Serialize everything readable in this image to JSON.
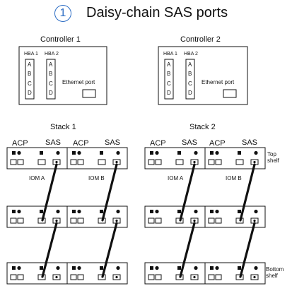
{
  "title": {
    "number": "1",
    "text": "Daisy-chain SAS ports"
  },
  "controllers": [
    {
      "label": "Controller 1",
      "hba_labels": [
        "HBA 1",
        "HBA 2"
      ],
      "port_letters": [
        "A",
        "B",
        "C",
        "D"
      ],
      "ethernet_label": "Ethernet port"
    },
    {
      "label": "Controller 2",
      "hba_labels": [
        "HBA 1",
        "HBA 2"
      ],
      "port_letters": [
        "A",
        "B",
        "C",
        "D"
      ],
      "ethernet_label": "Ethernet port"
    }
  ],
  "stacks": [
    {
      "label": "Stack 1",
      "port_labels": [
        "ACP",
        "SAS",
        "ACP",
        "SAS"
      ],
      "iom_labels": [
        "IOM A",
        "IOM B"
      ]
    },
    {
      "label": "Stack 2",
      "port_labels": [
        "ACP",
        "SAS",
        "ACP",
        "SAS"
      ],
      "iom_labels": [
        "IOM A",
        "IOM B"
      ]
    }
  ],
  "shelf_notes": {
    "top": "Top shelf",
    "bottom": "Bottom shelf"
  }
}
